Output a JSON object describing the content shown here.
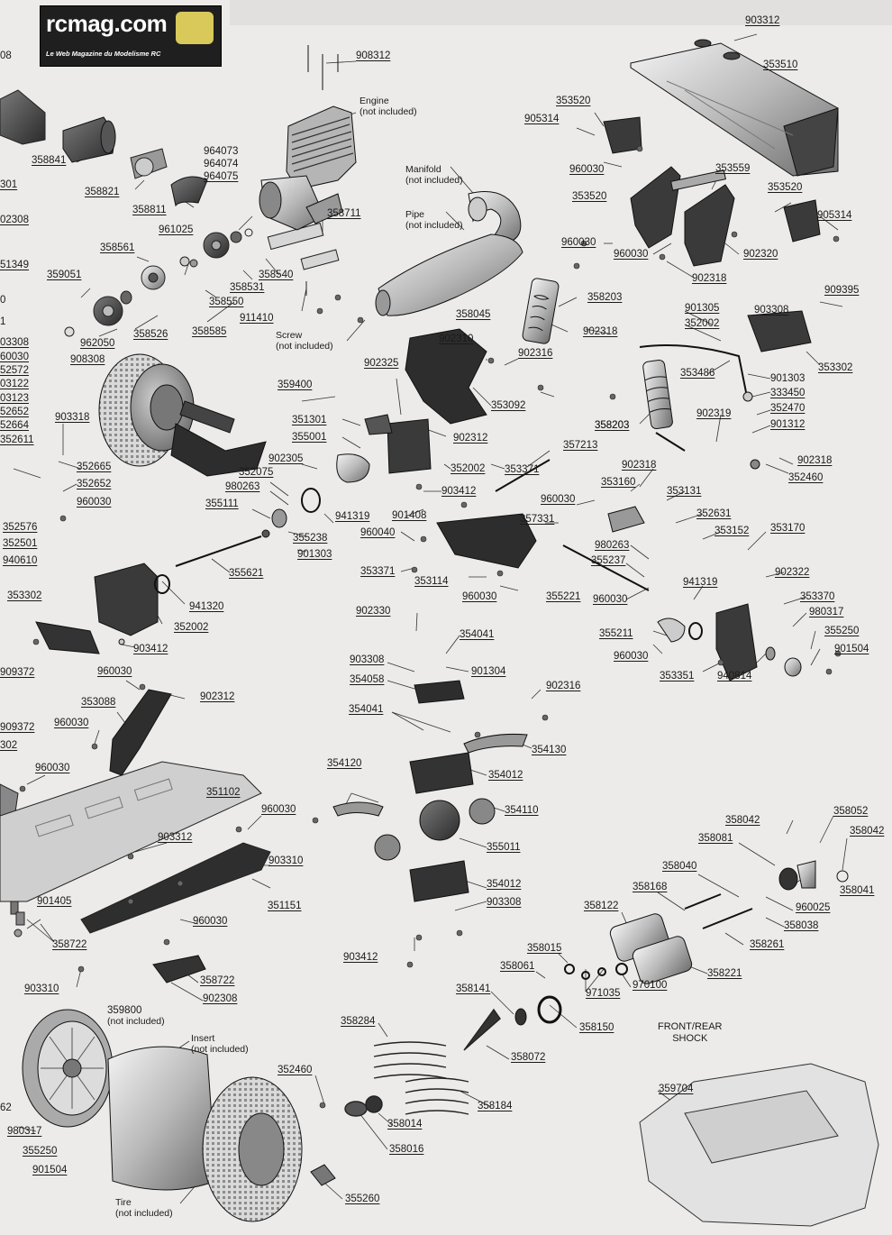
{
  "logo": {
    "brand": "rcmag.com",
    "tagline": "Le Web Magazine du Modelisme RC"
  },
  "notes": {
    "engine": [
      "Engine",
      "(not included)"
    ],
    "manifold": [
      "Manifold",
      "(not included)"
    ],
    "pipe": [
      "Pipe",
      "(not included)"
    ],
    "screw": [
      "Screw",
      "(not included)"
    ],
    "wheel": [
      "359800",
      "(not included)"
    ],
    "insert": [
      "Insert",
      "(not included)"
    ],
    "tire": [
      "Tire",
      "(not included)"
    ]
  },
  "shock_caption": [
    "FRONT/REAR",
    "SHOCK"
  ],
  "edge_labels": [
    "08",
    "301",
    "02308",
    "51349",
    "0",
    "1",
    "03308",
    "60030",
    "52572",
    "03122",
    "03123",
    "52652",
    "52664",
    "352611",
    "352576",
    "352501",
    "940610",
    "353302",
    "909372",
    "909372",
    "302",
    "62",
    "980317",
    "355250",
    "901504"
  ],
  "part_labels": [
    "908312",
    "358841",
    "358821",
    "358811",
    "358561",
    "359051",
    "962050",
    "908308",
    "358526",
    "961025",
    "358550",
    "358585",
    "964073",
    "964074",
    "964075",
    "358531",
    "358540",
    "358711",
    "911410",
    "903318",
    "352665",
    "352652",
    "960030",
    "359400",
    "351301",
    "355001",
    "902305",
    "352075",
    "980263",
    "355111",
    "355238",
    "901303",
    "941319",
    "355621",
    "941320",
    "352002",
    "903412",
    "902325",
    "902310",
    "902316",
    "353092",
    "358045",
    "902312",
    "352002",
    "903412",
    "901408",
    "960040",
    "353371",
    "353371",
    "353114",
    "357213",
    "357331",
    "960030",
    "960030",
    "358203",
    "353520",
    "905314",
    "960030",
    "353510",
    "903312",
    "353559",
    "353520",
    "353520",
    "905314",
    "960030",
    "902320",
    "960030",
    "902318",
    "358203",
    "902318",
    "901305",
    "352002",
    "909395",
    "903308",
    "353302",
    "353486",
    "901303",
    "333450",
    "352470",
    "358203",
    "902319",
    "901312",
    "902318",
    "352460",
    "902318",
    "353160",
    "353131",
    "352631",
    "353152",
    "353170",
    "980263",
    "355237",
    "355221",
    "960030",
    "902322",
    "941319",
    "353370",
    "980317",
    "355250",
    "901504",
    "355211",
    "960030",
    "353351",
    "940814",
    "902330",
    "354041",
    "901304",
    "903308",
    "354058",
    "354041",
    "354130",
    "354012",
    "902316",
    "354120",
    "354110",
    "355011",
    "354012",
    "903308",
    "903412",
    "960030",
    "902312",
    "353088",
    "960030",
    "351102",
    "960030",
    "960030",
    "903312",
    "903310",
    "351151",
    "901405",
    "358722",
    "960030",
    "358722",
    "902308",
    "903310",
    "358042",
    "358052",
    "358042",
    "358081",
    "358041",
    "960025",
    "358040",
    "358168",
    "358038",
    "358261",
    "358122",
    "358221",
    "358015",
    "358061",
    "971035",
    "970100",
    "358141",
    "358150",
    "358284",
    "358072",
    "358184",
    "352460",
    "358014",
    "358016",
    "355260",
    "359704"
  ]
}
